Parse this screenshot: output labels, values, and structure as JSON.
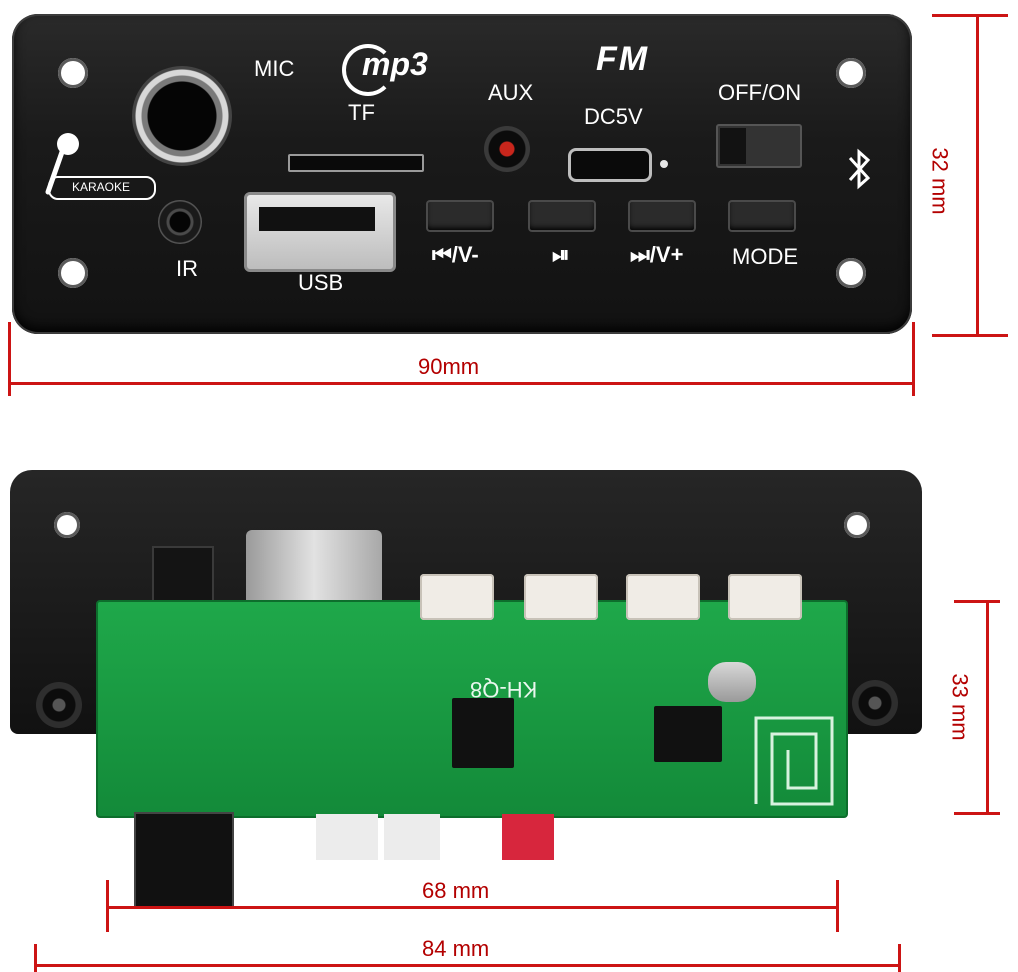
{
  "front": {
    "labels": {
      "mic": "MIC",
      "mp3": "mp3",
      "tf": "TF",
      "fm": "FM",
      "aux": "AUX",
      "dc5v": "DC5V",
      "off_on": "OFF/ON",
      "karaoke": "KARAOKE",
      "ir": "IR",
      "usb": "USB",
      "prev_vol": "⏮/V-",
      "play_pause": "⏯",
      "next_vol": "⏭/V+",
      "mode": "MODE"
    }
  },
  "back": {
    "board_label": "KH-Q8"
  },
  "dimensions": {
    "front_width": "90mm",
    "front_height": "32 mm",
    "pcb_width": "68 mm",
    "back_width": "84 mm",
    "back_height": "33 mm"
  },
  "colors": {
    "dimension_line": "#cc1414",
    "panel": "#1a1a1a",
    "pcb": "#1a9a44"
  }
}
